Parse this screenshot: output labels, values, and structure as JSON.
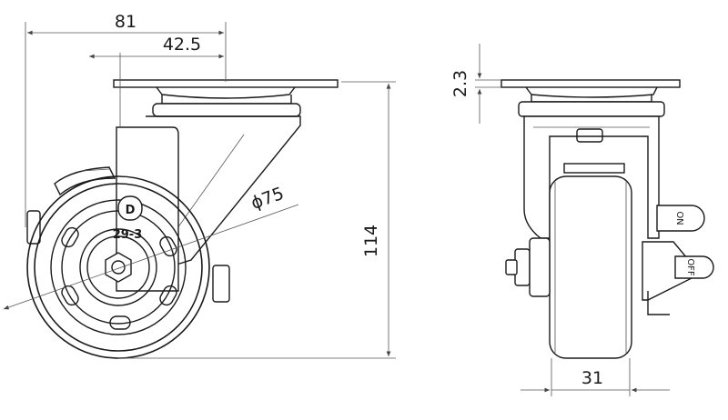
{
  "dimensions": {
    "overall_width": "81",
    "offset": "42.5",
    "height": "114",
    "wheel_diameter": "ϕ75",
    "plate_thickness": "2.3",
    "wheel_width": "31"
  },
  "marks": {
    "logo_letter": "D",
    "model": "29-3",
    "lock_on": "ON",
    "lock_off": "OFF"
  },
  "colors": {
    "line": "#1a1a1a",
    "dimension": "#555555",
    "background": "#ffffff"
  }
}
